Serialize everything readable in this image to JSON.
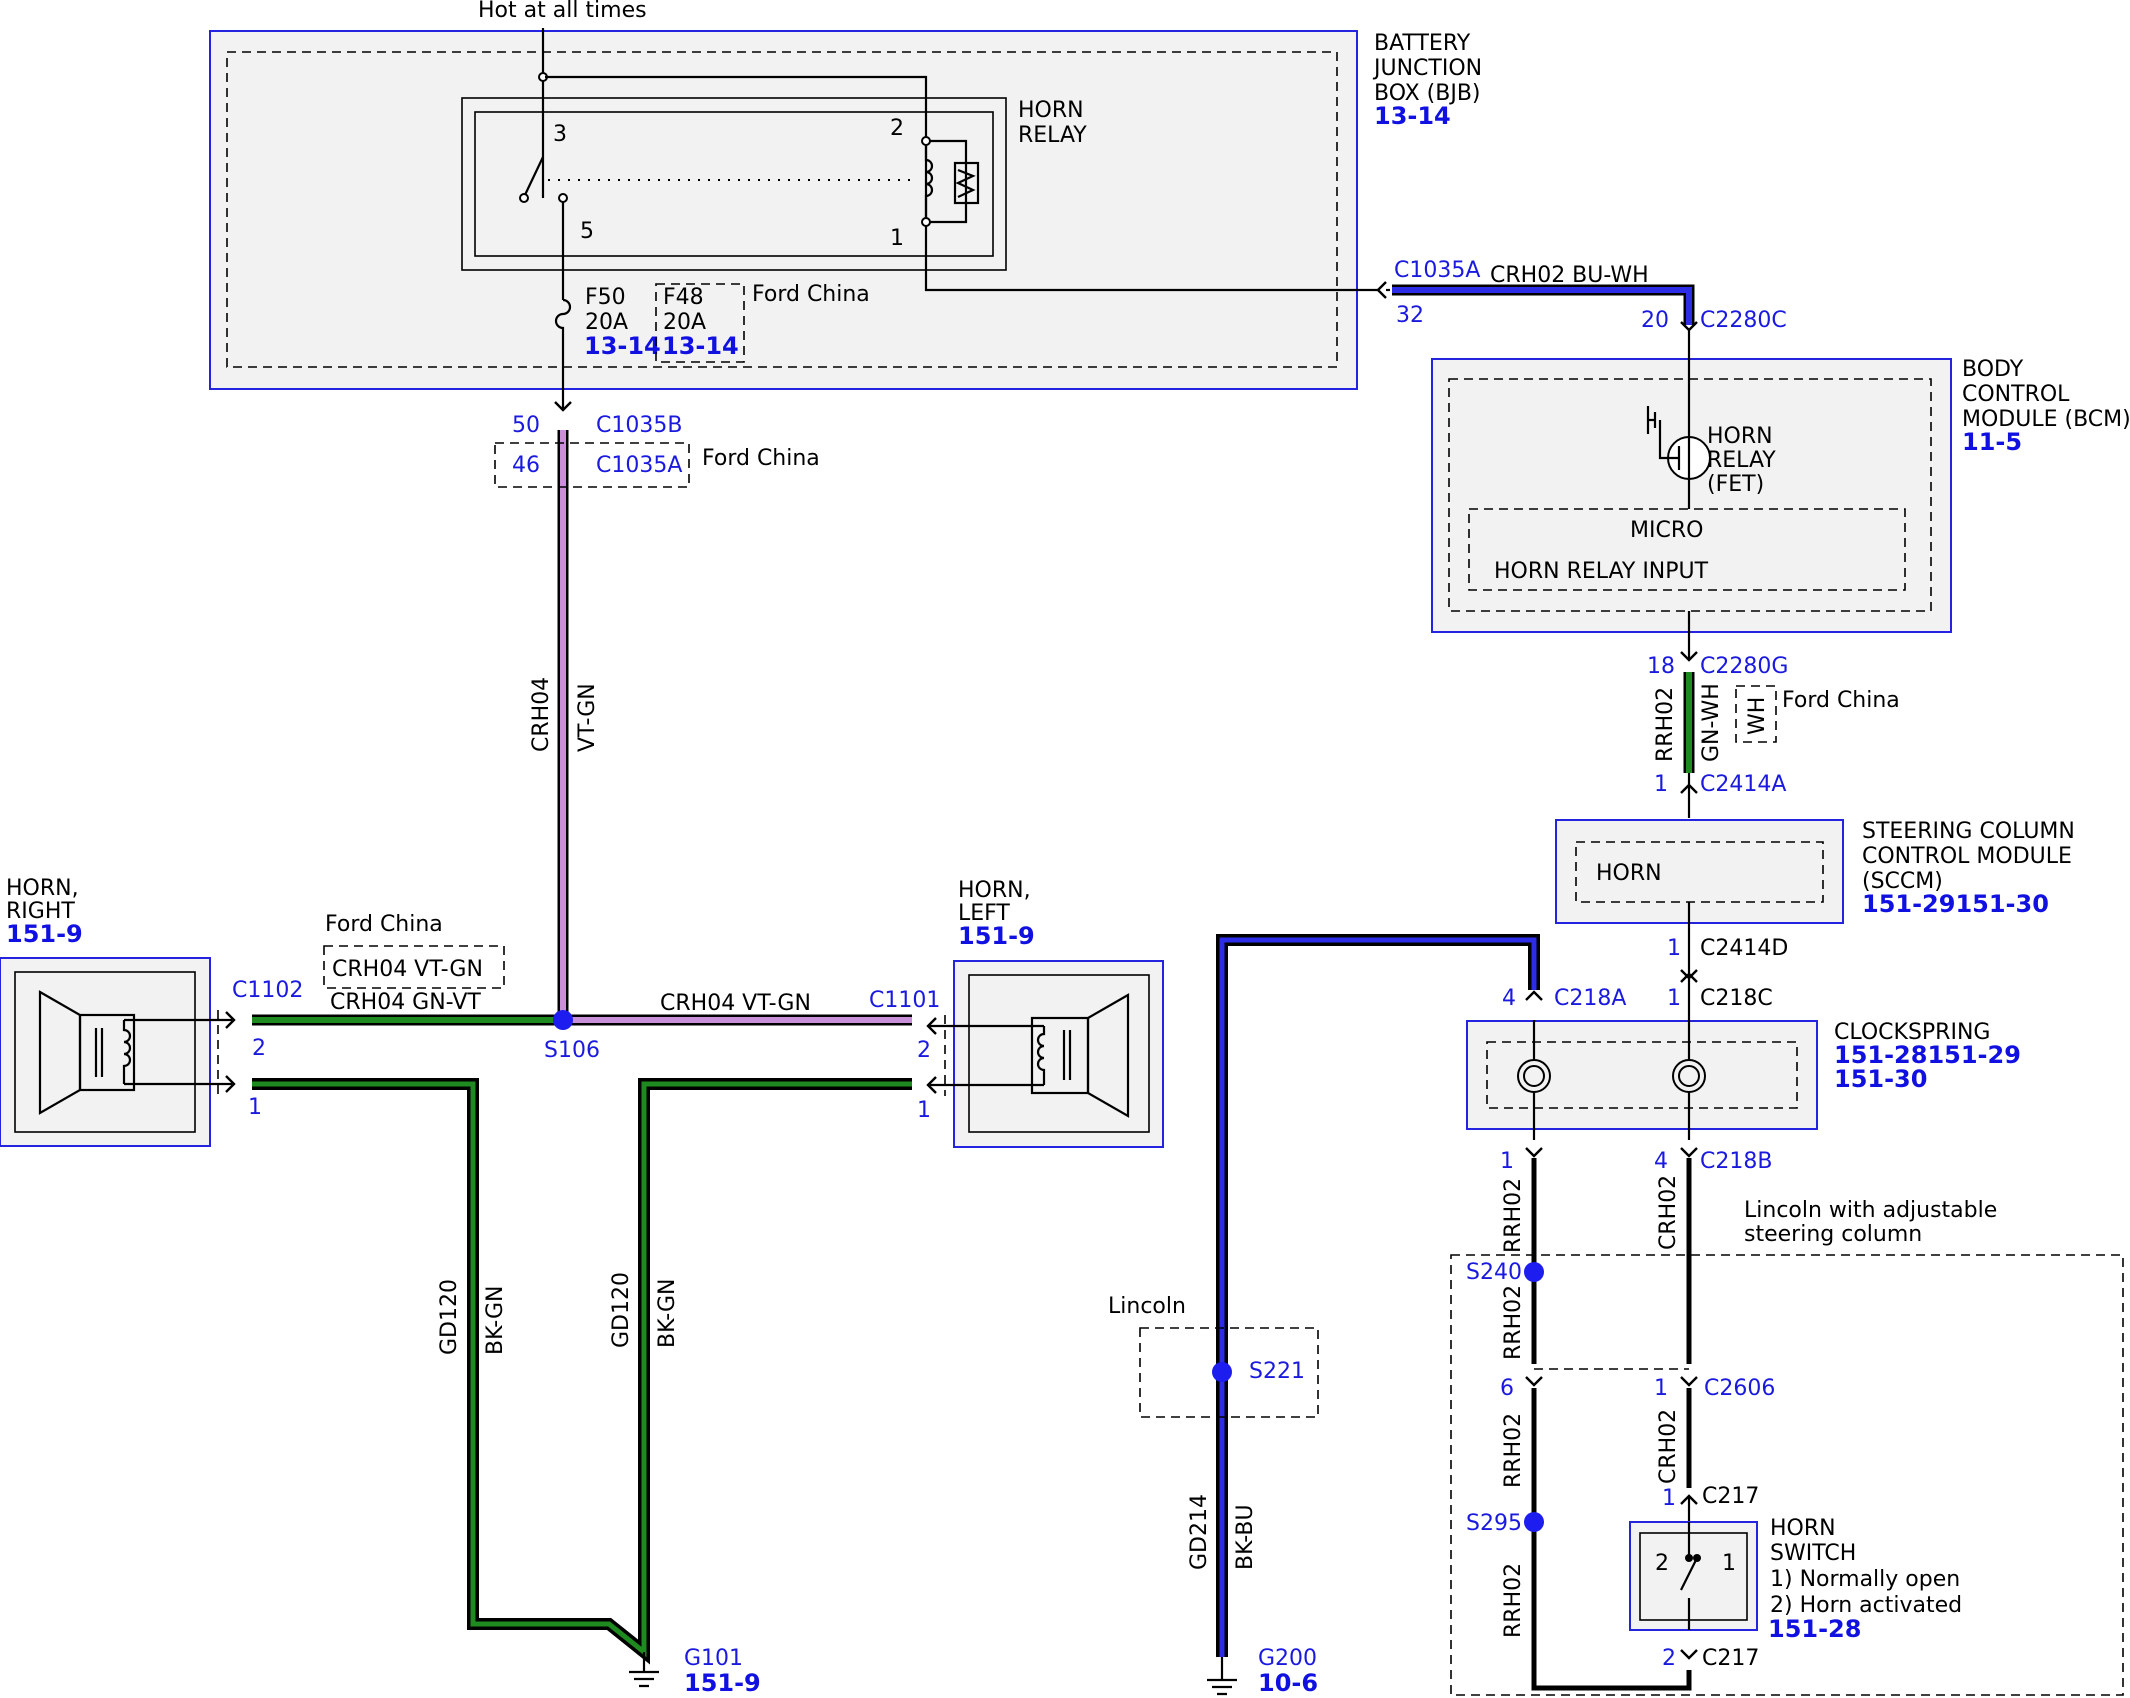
{
  "power": {
    "hot_label": "Hot at all times"
  },
  "bjb": {
    "name": [
      "BATTERY",
      "JUNCTION",
      "BOX (BJB)"
    ],
    "ref": "13-14",
    "relay_label": [
      "HORN",
      "RELAY"
    ],
    "pins": {
      "p3": "3",
      "p2": "2",
      "p5": "5",
      "p1": "1"
    },
    "fuse_f50": [
      "F50",
      "20A"
    ],
    "fuse_f50_ref": "13-14",
    "fuse_f48": [
      "F48",
      "20A"
    ],
    "fuse_f48_ref": "13-14",
    "ford_china": "Ford China"
  },
  "wires": {
    "crh02_bu_wh": "CRH02 BU-WH",
    "crh04": "CRH04",
    "vt_gn": "VT-GN",
    "rrh02": "RRH02",
    "gn_wh": "GN-WH",
    "wh": "WH",
    "crh02": "CRH02",
    "gd120": "GD120",
    "bk_gn": "BK-GN",
    "gd214": "GD214",
    "bk_bu": "BK-BU",
    "crh04_vt_gn": "CRH04  VT-GN",
    "crh04_gn_vt": "CRH04  GN-VT"
  },
  "connectors": {
    "c1035a_top": "C1035A",
    "pin32": "32",
    "c2280c": "C2280C",
    "pin20": "20",
    "c1035b": "C1035B",
    "pin50": "50",
    "c1035a_fc": "C1035A",
    "pin46": "46",
    "c2280g": "C2280G",
    "pin18": "18",
    "c2414a": "C2414A",
    "pin1_a": "1",
    "c2414d": "C2414D",
    "pin1_d": "1",
    "c218a": "C218A",
    "pin4_a": "4",
    "c218c": "C218C",
    "pin1_c": "1",
    "c218b": "C218B",
    "pin1_b": "1",
    "pin4_b": "4",
    "c2606": "C2606",
    "pin6": "6",
    "pin1_2606": "1",
    "c217_top": "C217",
    "pin1_217": "1",
    "c217_bot": "C217",
    "pin2_217": "2",
    "c1102": "C1102",
    "pin2_r": "2",
    "pin1_r": "1",
    "c1101": "C1101",
    "pin2_l": "2",
    "pin1_l": "1"
  },
  "bcm": {
    "name": [
      "BODY",
      "CONTROL",
      "MODULE (BCM)"
    ],
    "ref": "11-5",
    "fet": [
      "HORN",
      "RELAY",
      "(FET)"
    ],
    "micro": "MICRO",
    "input": "HORN RELAY INPUT"
  },
  "sccm": {
    "name": [
      "STEERING COLUMN",
      "CONTROL MODULE",
      "(SCCM)"
    ],
    "ref": "151-29151-30",
    "horn": "HORN"
  },
  "clockspring": {
    "name": "CLOCKSPRING",
    "ref1": "151-28151-29",
    "ref2": "151-30"
  },
  "horn_right": {
    "name": [
      "HORN,",
      "RIGHT"
    ],
    "ref": "151-9"
  },
  "horn_left": {
    "name": [
      "HORN,",
      "LEFT"
    ],
    "ref": "151-9"
  },
  "splices": {
    "s106": "S106",
    "s240": "S240",
    "s221": "S221",
    "s295": "S295"
  },
  "grounds": {
    "g101": "G101",
    "g101_ref": "151-9",
    "g200": "G200",
    "g200_ref": "10-6"
  },
  "notes": {
    "ford_china_1": "Ford China",
    "ford_china_2": "Ford China",
    "ford_china_3": "Ford China",
    "lincoln_adj": [
      "Lincoln with adjustable",
      "steering column"
    ],
    "lincoln": "Lincoln"
  },
  "horn_switch": {
    "name": [
      "HORN",
      "SWITCH"
    ],
    "states": [
      "1) Normally open",
      "2) Horn activated"
    ],
    "ref": "151-28",
    "pin2": "2",
    "pin1": "1"
  },
  "colors": {
    "wire_blue": "#2d2de8",
    "wire_violet": "#c890d8",
    "wire_green": "#1f8a1f",
    "module_border": "#2424e0",
    "connector_text": "#1a1adf"
  }
}
